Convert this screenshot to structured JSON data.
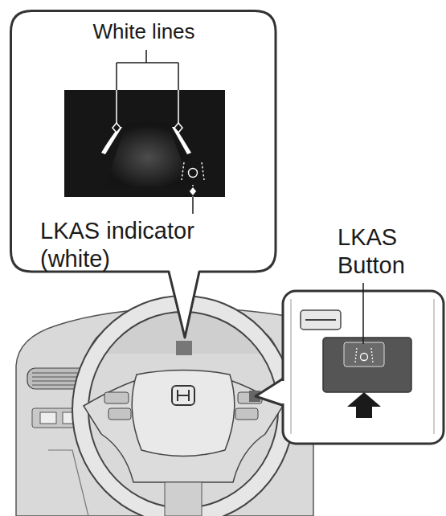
{
  "diagram": {
    "nodes": [
      {
        "text": [
          "White lines",
          "LKAS indicator (white)"
        ]
      }
    ],
    "labels": [
      "LKAS Button"
    ]
  }
}
